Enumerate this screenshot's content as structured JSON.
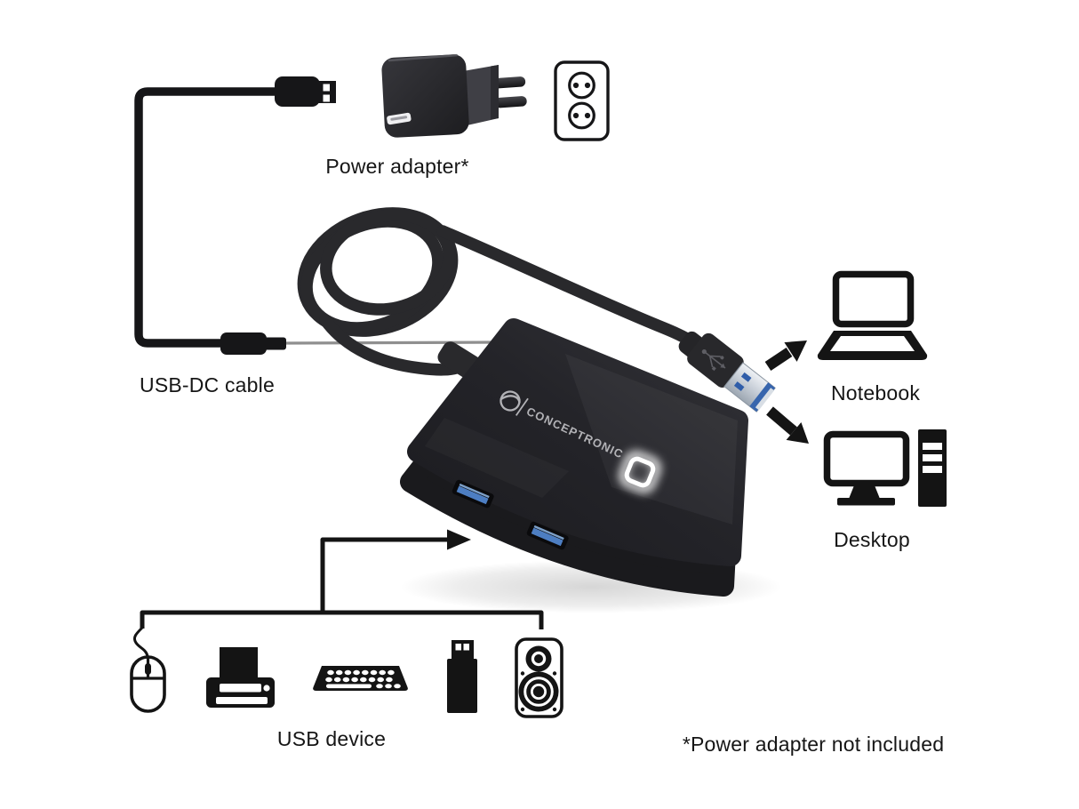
{
  "brand": "CONCEPTRONIC",
  "labels": {
    "power_adapter": "Power adapter*",
    "usb_dc_cable": "USB-DC cable",
    "notebook": "Notebook",
    "desktop": "Desktop",
    "usb_device": "USB device",
    "footnote": "*Power adapter not included"
  },
  "colors": {
    "ink": "#141414",
    "cable": "#29292c",
    "usb_blue": "#4d7ec2",
    "pointer_gray": "#8f8f8f",
    "hub_body": "#232327",
    "logo_gray": "#b2b2b6",
    "background": "#ffffff"
  },
  "icons": [
    "usb-a-plug-icon",
    "power-adapter-icon",
    "wall-outlet-icon",
    "dc-connector-icon",
    "cable-coil",
    "usb-hub-device",
    "power-led",
    "usb3-port",
    "usb3-plug-icon",
    "arrow-to-notebook-icon",
    "arrow-to-desktop-icon",
    "notebook-icon",
    "desktop-icon",
    "mouse-icon",
    "printer-icon",
    "keyboard-icon",
    "usb-stick-icon",
    "speaker-icon",
    "flow-arrow-icon",
    "device-bracket"
  ]
}
